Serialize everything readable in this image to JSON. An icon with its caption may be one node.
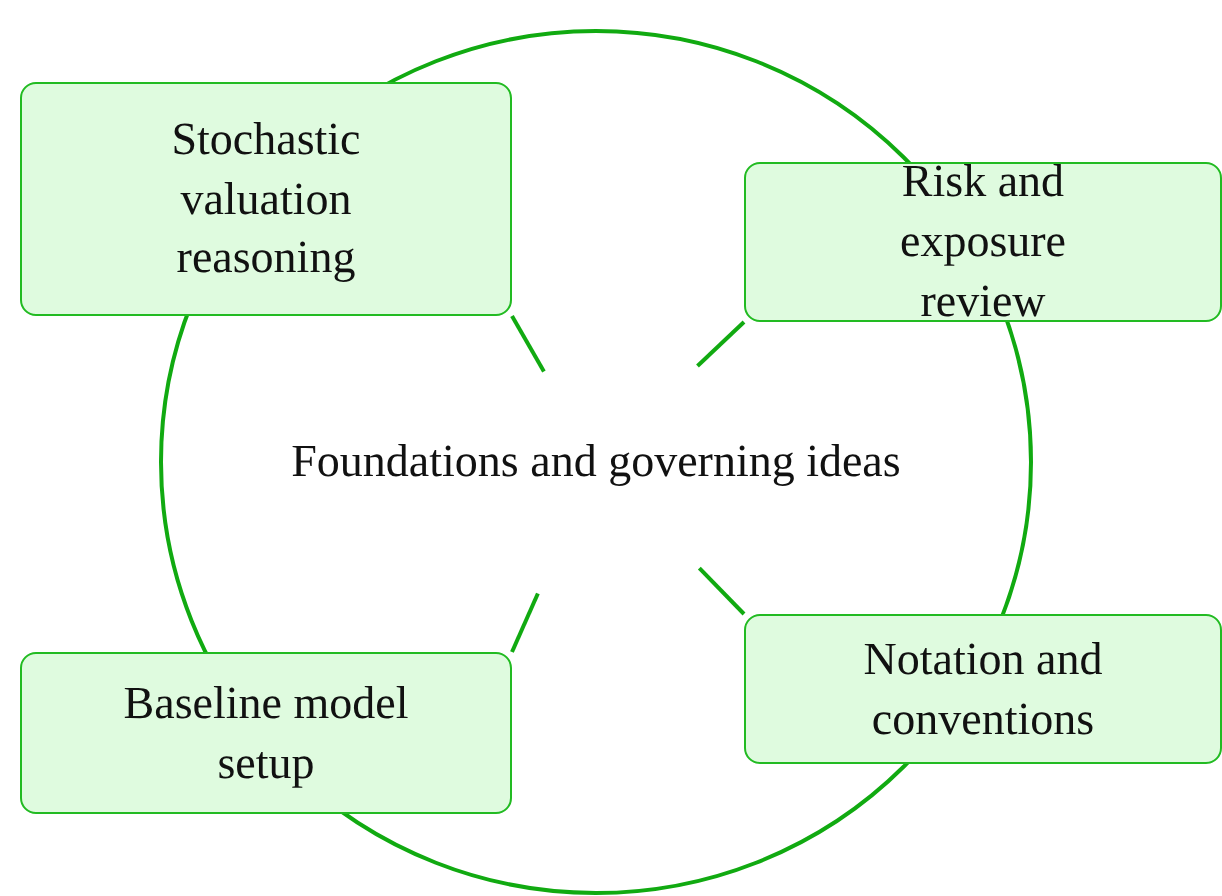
{
  "diagram": {
    "nodes": [
      {
        "text": [
          "Foundations and governing ideas"
        ]
      },
      {
        "text": [
          "Stochastic valuation reasoning"
        ]
      },
      {
        "text": [
          "Risk and exposure review"
        ]
      },
      {
        "text": [
          "Baseline model setup"
        ]
      },
      {
        "text": [
          "Notation and conventions"
        ]
      }
    ],
    "edges": [
      {
        "from": 0,
        "to": 1,
        "arrow": "none"
      },
      {
        "from": 0,
        "to": 2,
        "arrow": "none"
      },
      {
        "from": 0,
        "to": 3,
        "arrow": "none"
      },
      {
        "from": 0,
        "to": 4,
        "arrow": "none"
      }
    ]
  }
}
